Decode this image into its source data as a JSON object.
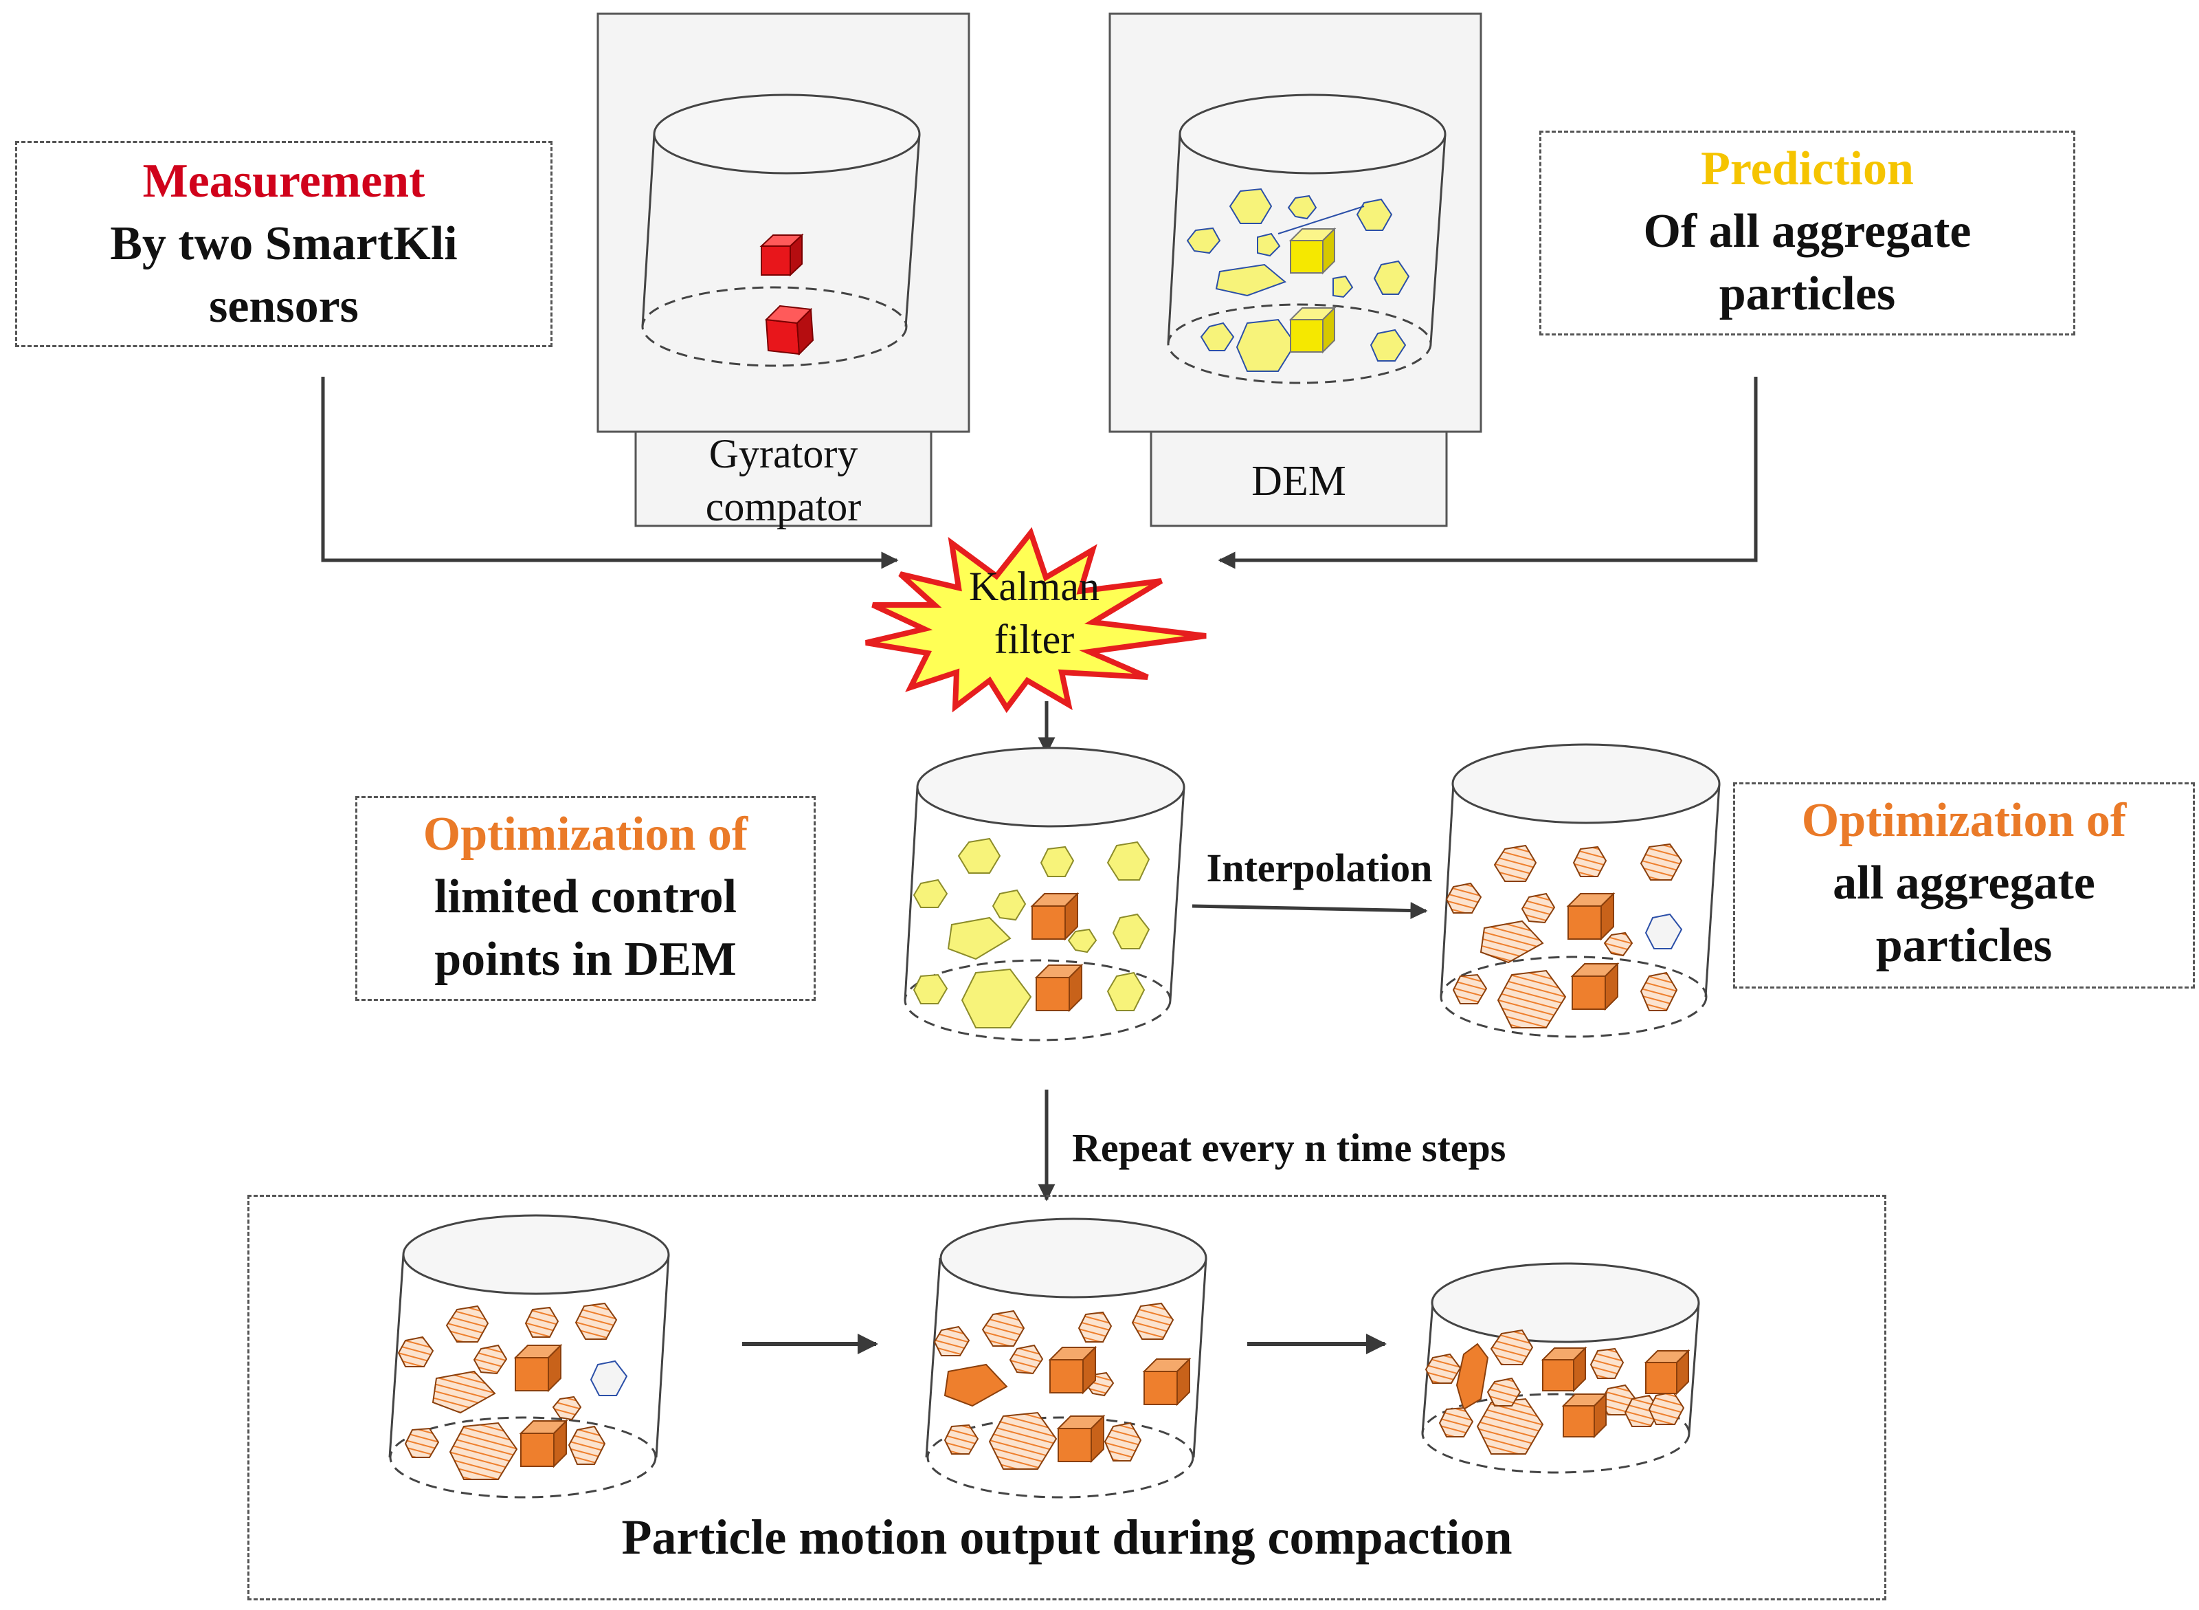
{
  "colors": {
    "red": "#d0021b",
    "yellow": "#f5c400",
    "orange": "#ea7a28",
    "particle_yellow": "#f7f37a",
    "particle_orange": "#ee7f2d",
    "starburst_fill": "#ffff55",
    "starburst_edge": "#e61e1e",
    "arrow": "#3a3a3a"
  },
  "measurement": {
    "heading": "Measurement",
    "line1": "By two SmartKli",
    "line2": "sensors"
  },
  "prediction": {
    "heading": "Prediction",
    "line1": "Of all aggregate",
    "line2": "particles"
  },
  "gyratory": {
    "label_line1": "Gyratory",
    "label_line2": "compator"
  },
  "dem": {
    "label": "DEM"
  },
  "kalman": {
    "line1": "Kalman",
    "line2": "filter"
  },
  "opt_limited": {
    "heading": "Optimization of",
    "line1": "limited control",
    "line2": "points in DEM"
  },
  "interpolation": {
    "label": "Interpolation"
  },
  "opt_all": {
    "heading": "Optimization of",
    "line1": "all aggregate",
    "line2": "particles"
  },
  "repeat": {
    "label": "Repeat every n time steps"
  },
  "output": {
    "caption": "Particle motion output during compaction"
  }
}
